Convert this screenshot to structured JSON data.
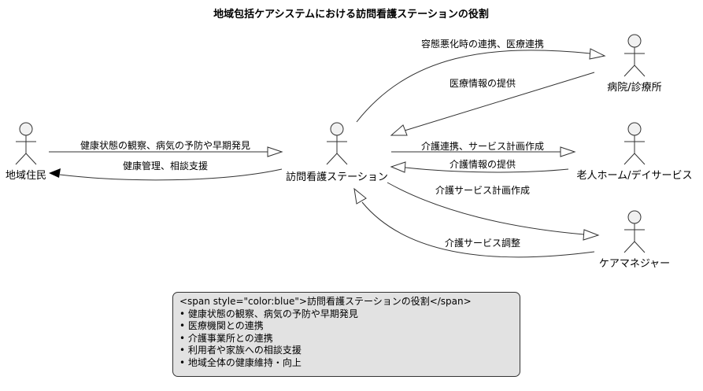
{
  "title": "地域包括ケアシステムにおける訪問看護ステーションの役割",
  "actors": {
    "residents": "地域住民",
    "station": "訪問看護ステーション",
    "hospital": "病院/診療所",
    "nursing_home": "老人ホーム/デイサービス",
    "care_manager": "ケアマネジャー"
  },
  "links": {
    "residents_to_station": "健康状態の観察、病気の予防や早期発見",
    "station_to_residents": "健康管理、相談支援",
    "station_to_hospital": "容態悪化時の連携、医療連携",
    "hospital_to_station": "医療情報の提供",
    "station_to_home": "介護連携、サービス計画作成",
    "home_to_station": "介護情報の提供",
    "station_to_cm": "介護サービス計画作成",
    "cm_to_station": "介護サービス調整"
  },
  "note": {
    "heading": "<span style=\"color:blue\">訪問看護ステーションの役割</span>",
    "items": [
      "健康状態の観察、病気の予防や早期発見",
      "医療機関との連携",
      "介護事業所との連携",
      "利用者や家族への相談支援",
      "地域全体の健康維持・向上"
    ]
  }
}
